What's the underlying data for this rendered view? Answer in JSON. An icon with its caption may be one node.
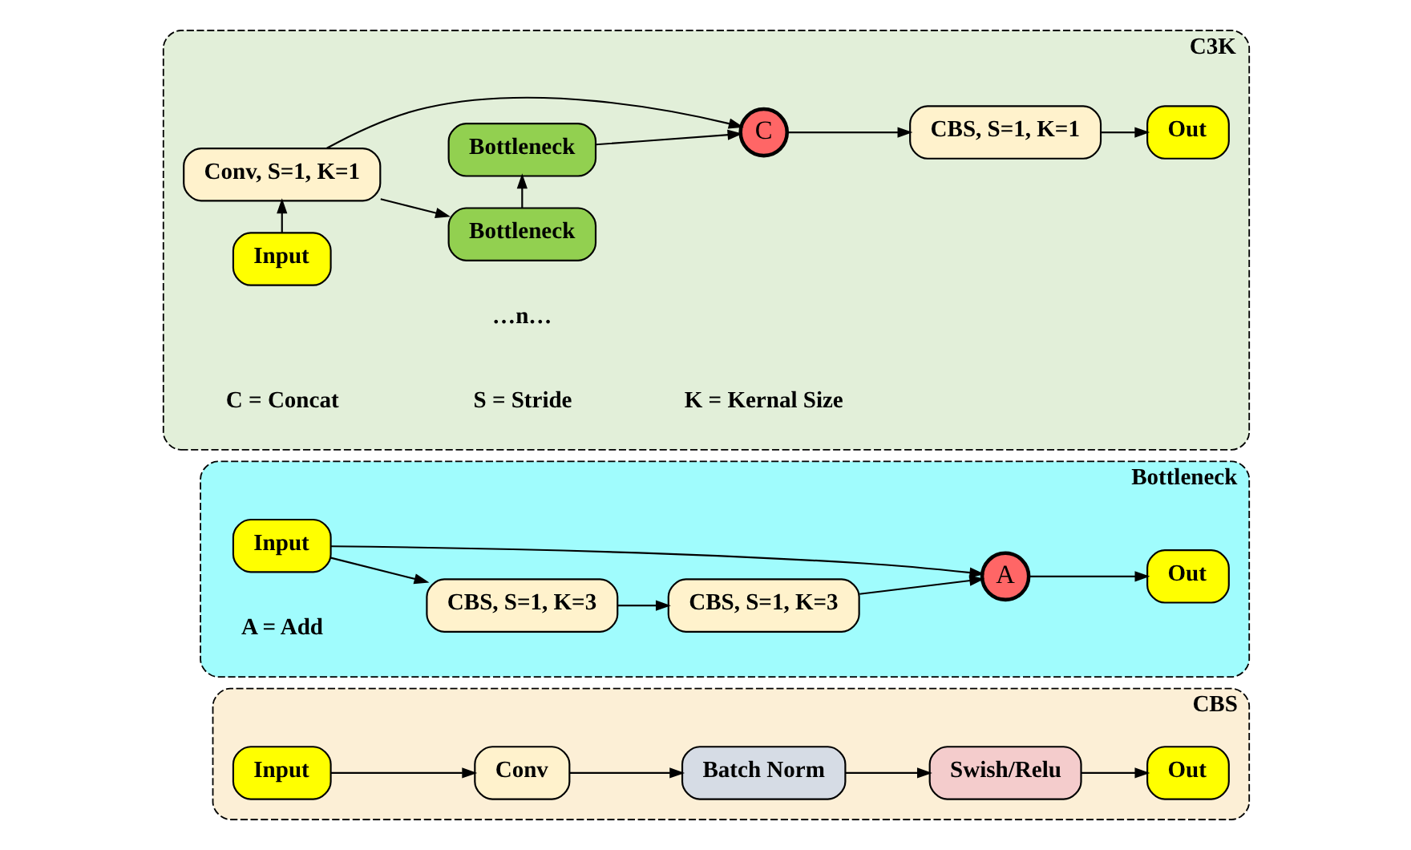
{
  "diagram": {
    "nodes": [
      {
        "text": [
          "CBS"
        ]
      },
      {
        "text": [
          "Input"
        ],
        "in": 0
      },
      {
        "text": [
          "Conv"
        ],
        "in": 0
      },
      {
        "text": [
          "Batch Norm"
        ],
        "in": 0
      },
      {
        "text": [
          "Swish/Relu"
        ],
        "in": 0
      },
      {
        "text": [
          "Out"
        ],
        "in": 0
      },
      {
        "text": [
          "Bottleneck"
        ]
      },
      {
        "text": [
          "Input"
        ],
        "in": 6
      },
      {
        "text": [
          "CBS, S=1, K=3"
        ],
        "in": 6
      },
      {
        "text": [
          "CBS, S=1, K=3"
        ],
        "in": 6
      },
      {
        "text": [
          "A"
        ],
        "in": 6
      },
      {
        "text": [
          "Out"
        ],
        "in": 6
      },
      {
        "text": [
          "C3K"
        ]
      },
      {
        "text": [
          "Input"
        ],
        "in": 12
      },
      {
        "text": [
          "Conv, S=1, K=1"
        ],
        "in": 12
      },
      {
        "text": [
          "Bottleneck"
        ],
        "in": 12
      },
      {
        "text": [
          "Bottleneck"
        ],
        "in": 12
      },
      {
        "text": [
          "C"
        ],
        "in": 12
      },
      {
        "text": [
          "CBS, S=1, K=1"
        ],
        "in": 12
      },
      {
        "text": [
          "Out"
        ],
        "in": 12
      }
    ],
    "edges": [
      {
        "from": 1,
        "to": 2,
        "arrow": "to"
      },
      {
        "from": 2,
        "to": 3,
        "arrow": "to"
      },
      {
        "from": 3,
        "to": 4,
        "arrow": "to"
      },
      {
        "from": 4,
        "to": 5,
        "arrow": "to"
      },
      {
        "from": 7,
        "to": 8,
        "arrow": "to"
      },
      {
        "from": 8,
        "to": 9,
        "arrow": "to"
      },
      {
        "from": 9,
        "to": 10,
        "arrow": "to"
      },
      {
        "from": 7,
        "to": 10,
        "arrow": "to"
      },
      {
        "from": 10,
        "to": 11,
        "arrow": "to"
      },
      {
        "from": 13,
        "to": 14,
        "arrow": "to"
      },
      {
        "from": 14,
        "to": 16,
        "arrow": "to"
      },
      {
        "from": 16,
        "to": 15,
        "arrow": "to"
      },
      {
        "from": 15,
        "to": 17,
        "arrow": "to"
      },
      {
        "from": 14,
        "to": 17,
        "arrow": "to"
      },
      {
        "from": 17,
        "to": 18,
        "arrow": "to"
      },
      {
        "from": 18,
        "to": 19,
        "arrow": "to"
      }
    ],
    "labels": [
      "A = Add",
      "…n…",
      "C = Concat",
      "S = Stride",
      "K = Kernal Size"
    ]
  }
}
